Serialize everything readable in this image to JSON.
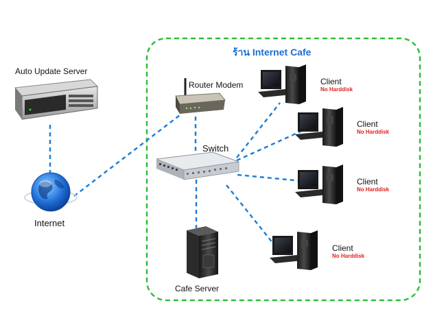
{
  "colors": {
    "link": "#1e7fd6",
    "zone_border": "#2fbf3a",
    "title": "#1a6fd1",
    "no_harddisk": "#e0201b"
  },
  "zone": {
    "title": "ร้าน Internet Cafe"
  },
  "nodes": {
    "auto_update_server": {
      "label": "Auto Update Server",
      "icon": "rack-server-icon"
    },
    "internet": {
      "label": "Internet",
      "icon": "globe-icon"
    },
    "router_modem": {
      "label": "Router Modem",
      "icon": "router-icon"
    },
    "switch": {
      "label": "Switch",
      "icon": "network-switch-icon"
    },
    "cafe_server": {
      "label": "Cafe Server",
      "icon": "tower-server-icon"
    },
    "clients": [
      {
        "label": "Client",
        "sublabel": "No Harddisk",
        "icon": "desktop-pc-icon"
      },
      {
        "label": "Client",
        "sublabel": "No Harddisk",
        "icon": "desktop-pc-icon"
      },
      {
        "label": "Client",
        "sublabel": "No Harddisk",
        "icon": "desktop-pc-icon"
      },
      {
        "label": "Client",
        "sublabel": "No Harddisk",
        "icon": "desktop-pc-icon"
      }
    ]
  }
}
